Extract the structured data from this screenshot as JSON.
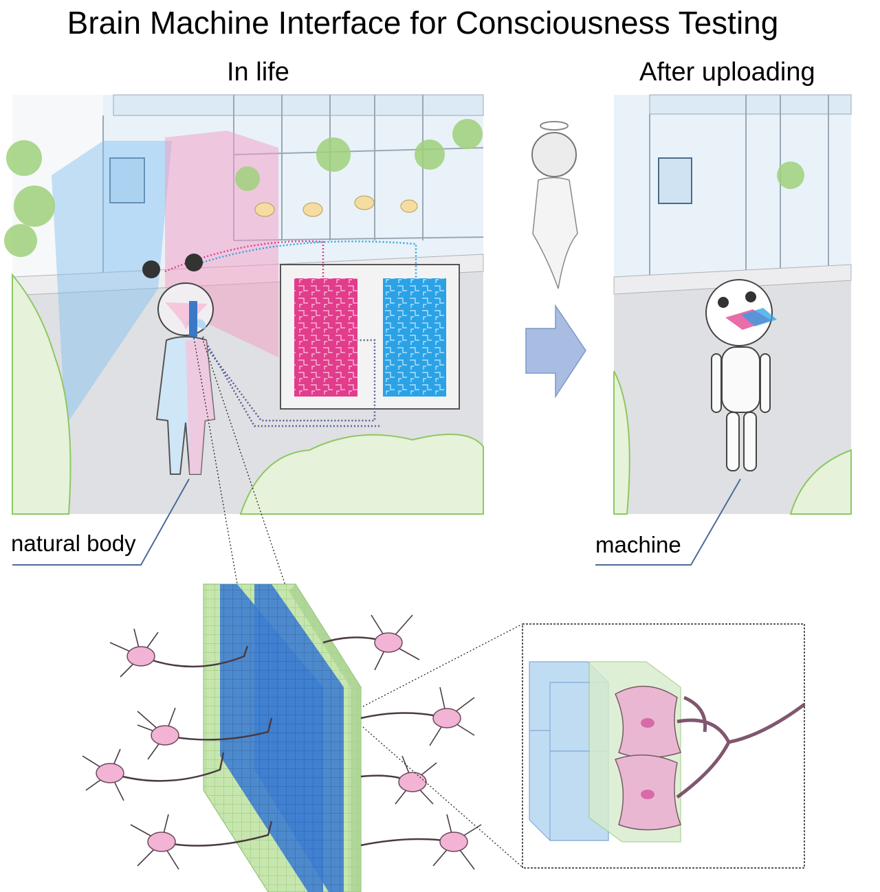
{
  "title": "Brain Machine Interface for Consciousness Testing",
  "panels": {
    "left_title": "In life",
    "right_title": "After uploading"
  },
  "labels": {
    "natural_body": "natural body",
    "machine": "machine"
  },
  "colors": {
    "pink_hemisphere": "#e8388a",
    "blue_hemisphere": "#2aa3e8",
    "interface_blue": "#3a78c8",
    "interface_green": "#b8dca0",
    "arrow": "#a9bde3",
    "foliage": "#8cc862",
    "neuron": "#f0b6d6"
  }
}
